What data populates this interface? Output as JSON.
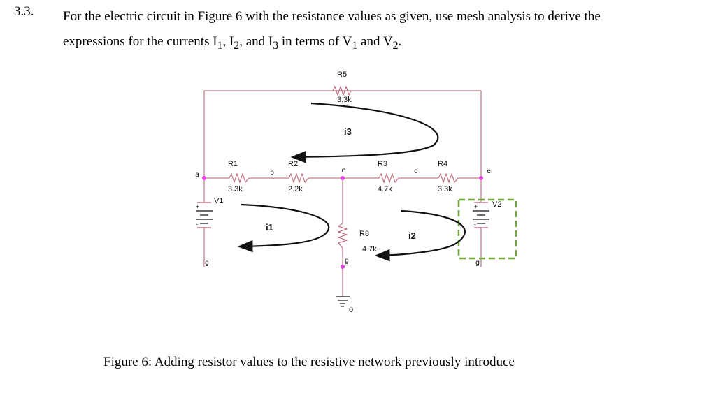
{
  "question": {
    "number": "3.3.",
    "line1": "For the electric circuit in Figure 6 with the resistance values as given, use mesh analysis to derive the",
    "line2_pre": "expressions for the currents I",
    "line2_sub1": "1",
    "line2_mid1": ", I",
    "line2_sub2": "2",
    "line2_mid2": ", and I",
    "line2_sub3": "3",
    "line2_mid3": " in terms of V",
    "line2_sub4": "1",
    "line2_mid4": " and V",
    "line2_sub5": "2",
    "line2_end": "."
  },
  "circuit": {
    "resistors": {
      "r5": {
        "name": "R5",
        "value": "3.3k"
      },
      "r1": {
        "name": "R1",
        "value": "3.3k"
      },
      "r2": {
        "name": "R2",
        "value": "2.2k"
      },
      "r3": {
        "name": "R3",
        "value": "4.7k"
      },
      "r4": {
        "name": "R4",
        "value": "3.3k"
      },
      "r8": {
        "name": "R8",
        "value": "4.7k"
      }
    },
    "sources": {
      "v1": {
        "name": "V1",
        "plus": "+",
        "minus": "-"
      },
      "v2": {
        "name": "V2",
        "plus": "+",
        "minus": "-"
      }
    },
    "nodes": {
      "a": "a",
      "b": "b",
      "c": "c",
      "d": "d",
      "e": "e",
      "g1": "g",
      "g2": "g",
      "g3": "g",
      "ground": "0"
    },
    "meshes": {
      "i1": "i1",
      "i2": "i2",
      "i3": "i3"
    },
    "colors": {
      "wire": "#b5596a",
      "node": "#e040e0",
      "highlight": "#6fa63a",
      "arrow": "#111111"
    }
  },
  "caption": "Figure 6: Adding resistor values to the resistive network previously introduce"
}
